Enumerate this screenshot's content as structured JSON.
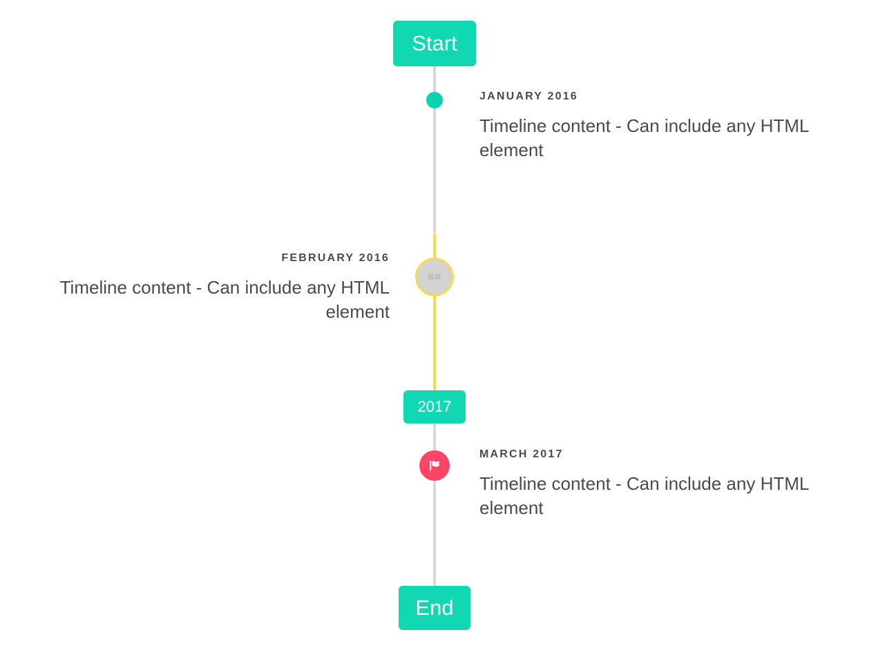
{
  "timeline": {
    "start_label": "Start",
    "end_label": "End",
    "year_marker_label": "2017",
    "colors": {
      "accent_teal": "#11d7b2",
      "accent_yellow": "#fbd94e",
      "accent_pink": "#fc4565",
      "rail_gray": "#d7d7d7",
      "marker_gray": "#d2d2d2",
      "text": "#4a4a4a",
      "background": "#ffffff"
    },
    "events": [
      {
        "date": "JANUARY 2016",
        "body": "Timeline content - Can include any HTML element",
        "side": "right",
        "marker": "dot-icon"
      },
      {
        "date": "FEBRUARY 2016",
        "body": "Timeline content - Can include any HTML element",
        "side": "left",
        "marker": "broken-image-icon",
        "broken_glyph": "⯀⯀"
      },
      {
        "date": "MARCH 2017",
        "body": "Timeline content - Can include any HTML element",
        "side": "right",
        "marker": "flag-icon"
      }
    ]
  }
}
